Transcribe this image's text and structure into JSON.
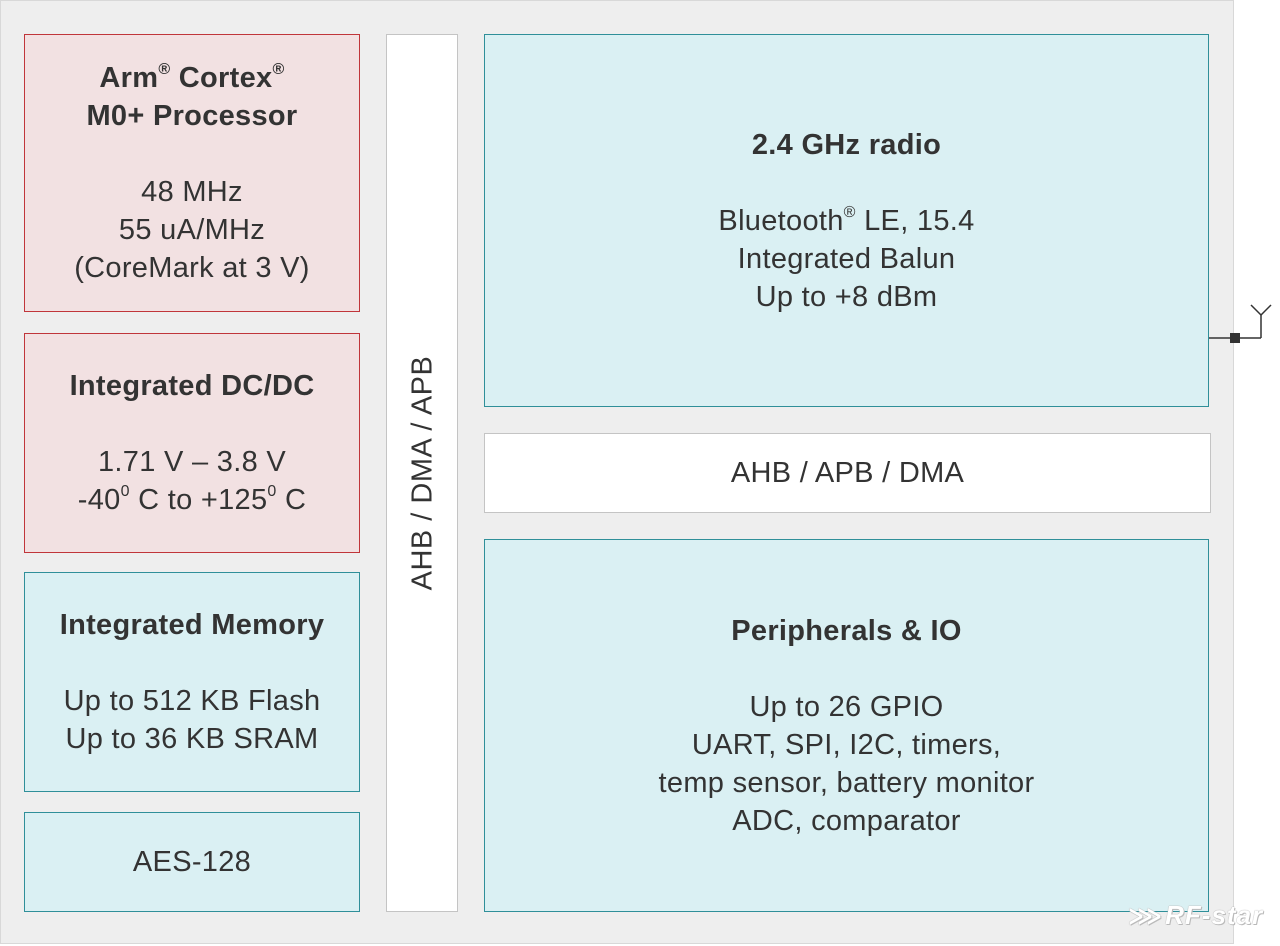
{
  "cpu": {
    "title_line1": "Arm",
    "title_line1b": "Cortex",
    "title_line2": "M0+ Processor",
    "reg": "®",
    "lines": [
      "48 MHz",
      "55 uA/MHz",
      "(CoreMark at 3 V)"
    ]
  },
  "dcdc": {
    "title": "Integrated DC/DC",
    "line1": "1.71 V – 3.8 V",
    "line2_a": "-40",
    "line2_b": " C to +125",
    "line2_c": " C",
    "degree_sup": "0"
  },
  "memory": {
    "title": "Integrated Memory",
    "lines": [
      "Up to 512 KB Flash",
      "Up to 36 KB SRAM"
    ]
  },
  "aes": {
    "label": "AES-128"
  },
  "bus_vertical": {
    "label": "AHB / DMA / APB"
  },
  "radio": {
    "title": "2.4 GHz radio",
    "line1_a": "Bluetooth",
    "line1_b": " LE, 15.4",
    "reg": "®",
    "lines": [
      "Integrated Balun",
      "Up to +8 dBm"
    ]
  },
  "bus_horizontal": {
    "label": "AHB / APB / DMA"
  },
  "peripherals": {
    "title": "Peripherals & IO",
    "lines": [
      "Up to 26 GPIO",
      "UART, SPI, I2C, timers,",
      "temp sensor, battery monitor",
      "ADC, comparator"
    ]
  },
  "watermark": {
    "text": "RF-star",
    "icon": "rf-star-logo-icon"
  },
  "colors": {
    "red_fill": "#f2e1e2",
    "red_border": "#c0353a",
    "teal_fill": "#daf0f3",
    "teal_border": "#2f8f99",
    "chip_bg": "#eeeeee"
  }
}
